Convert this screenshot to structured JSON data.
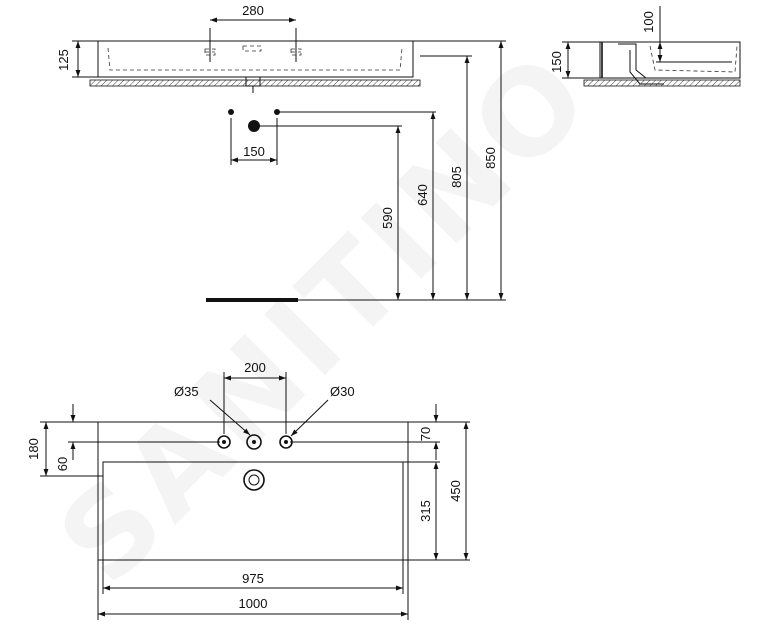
{
  "watermark": "SANITINO",
  "dimensions": {
    "top_view": {
      "tap_hole_spacing": "280",
      "basin_height": "125",
      "waste_spacing": "150",
      "waste_height": "590",
      "supply_height": "640",
      "rim_height": "805",
      "overall_height": "850"
    },
    "side_view": {
      "depth_inner": "100",
      "height": "150"
    },
    "plan_view": {
      "hole_spacing": "200",
      "tap_hole_diameter": "Ø35",
      "side_hole_diameter": "Ø30",
      "deck_depth": "180",
      "hole_offset": "60",
      "hole_row_offset": "70",
      "bowl_depth": "315",
      "overall_depth": "450",
      "bowl_width": "975",
      "overall_width": "1000"
    }
  },
  "colors": {
    "line": "#111111",
    "watermark": "#000000"
  }
}
